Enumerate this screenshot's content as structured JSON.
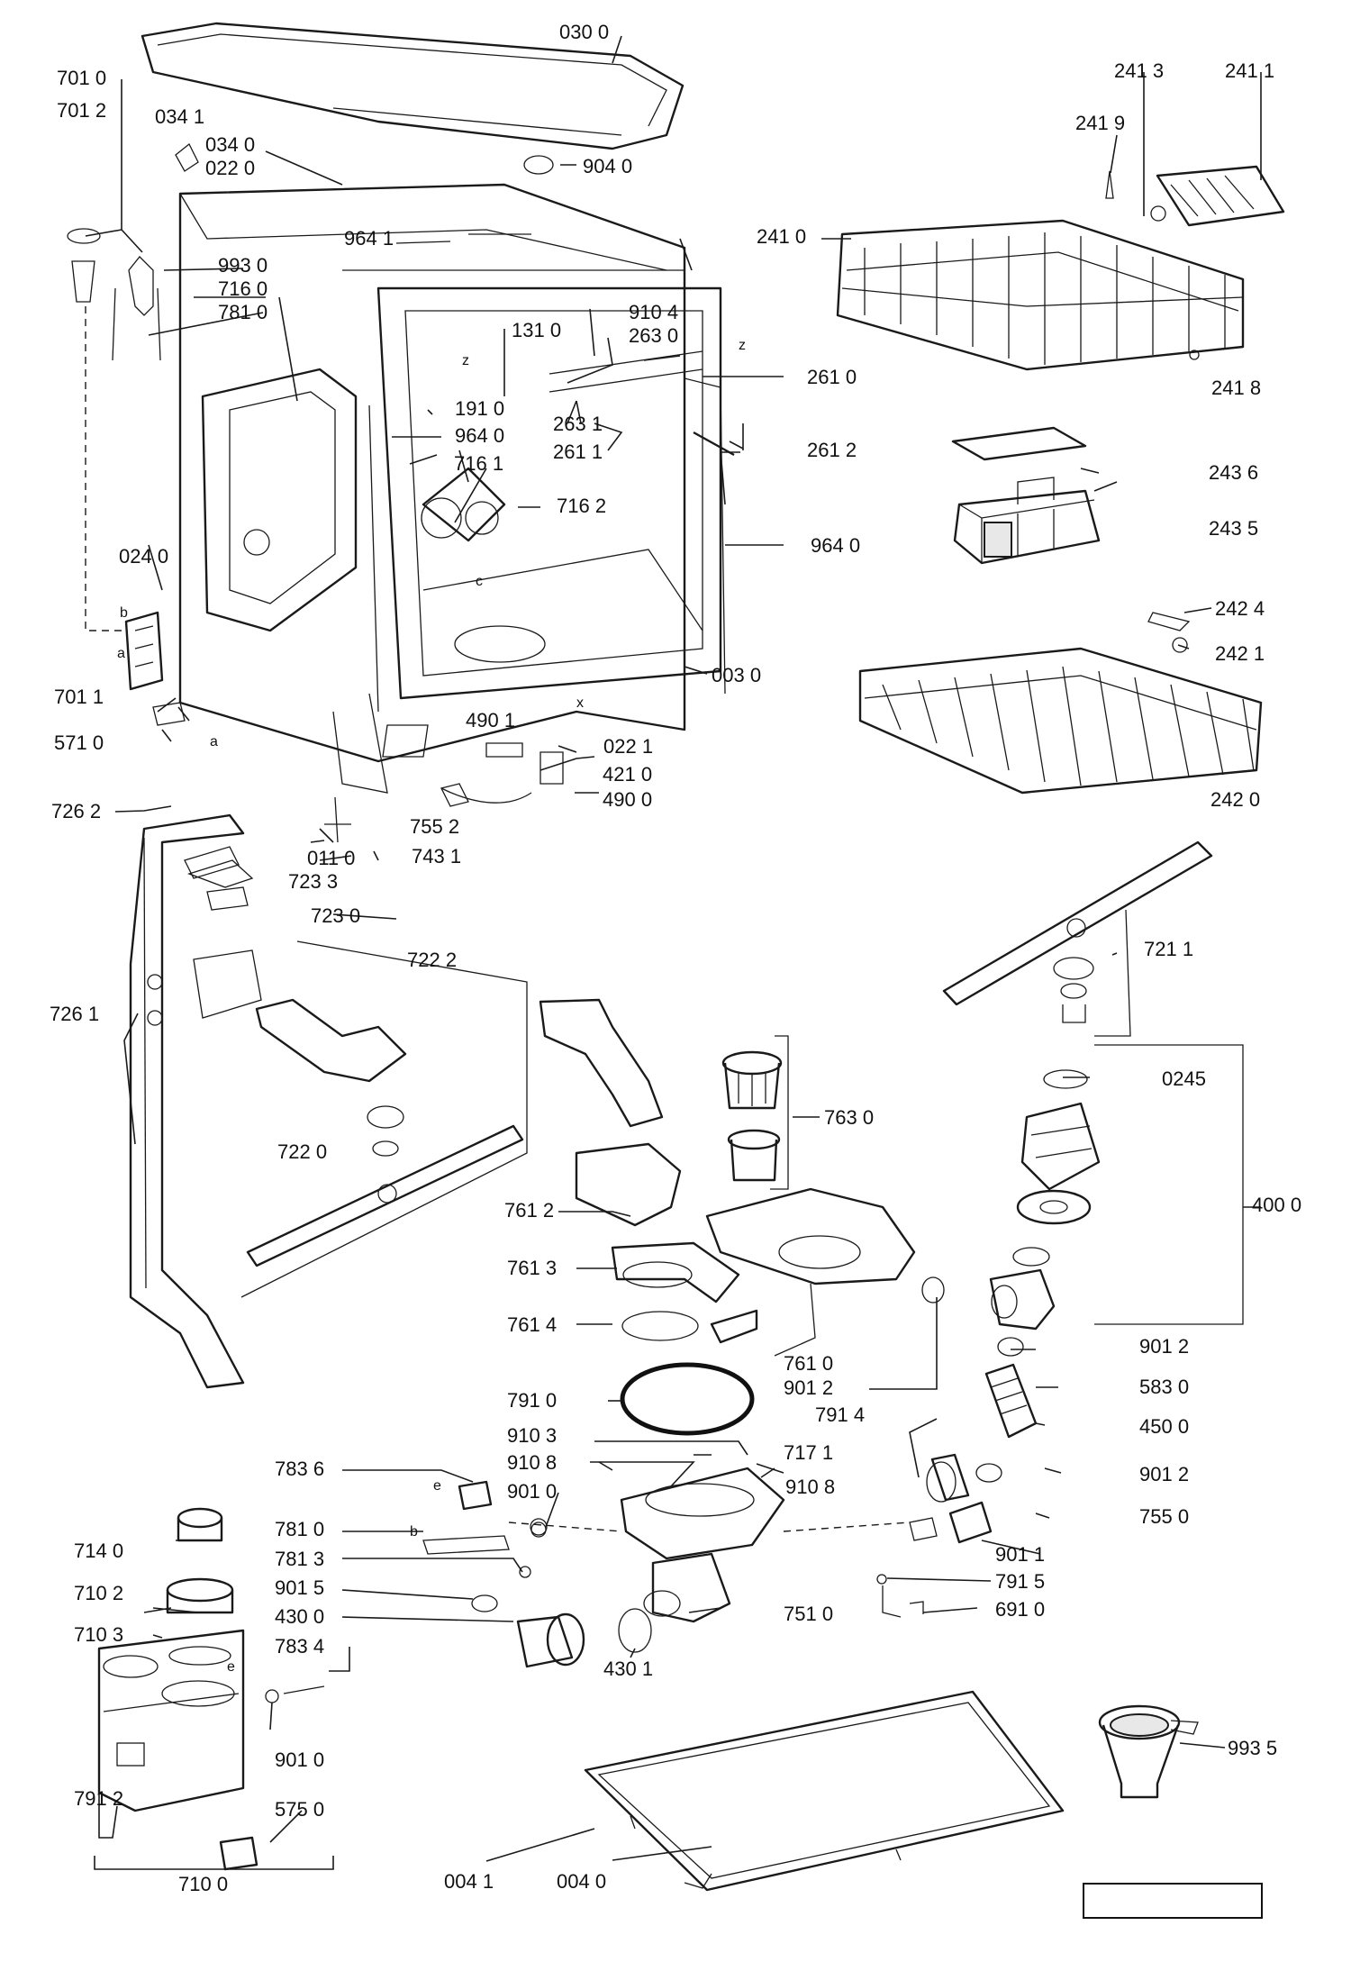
{
  "diagram": {
    "labels": [
      "030 0",
      "701 0",
      "701 2",
      "034 1",
      "034 0",
      "022 0",
      "904 0",
      "241 3",
      "241 1",
      "241 9",
      "993 0",
      "716 0",
      "781 0",
      "964 1",
      "241 0",
      "910 4",
      "131 0",
      "263 0",
      "261 0",
      "241 8",
      "191 0",
      "263 1",
      "261 1",
      "964 0",
      "261 2",
      "716 1",
      "716 2",
      "243 6",
      "243 5",
      "964 0",
      "024 0",
      "242 4",
      "701 1",
      "003 0",
      "242 1",
      "571 0",
      "490 1",
      "022 1",
      "421 0",
      "490 0",
      "242 0",
      "726 2",
      "755 2",
      "011 0",
      "743 1",
      "723 3",
      "723 0",
      "722 2",
      "721 1",
      "726 1",
      "0245",
      "763 0",
      "722 0",
      "400 0",
      "761 2",
      "761 3",
      "761 4",
      "761 0",
      "901 2",
      "901 2",
      "583 0",
      "791 0",
      "791 4",
      "450 0",
      "910 3",
      "717 1",
      "783 6",
      "910 8",
      "910 8",
      "901 2",
      "901 0",
      "755 0",
      "714 0",
      "781 0",
      "781 3",
      "901 1",
      "710 2",
      "901 5",
      "791 5",
      "430 0",
      "751 0",
      "691 0",
      "710 3",
      "783 4",
      "430 1",
      "993 5",
      "901 0",
      "791 2",
      "575 0",
      "004 1",
      "004 0",
      "710 0"
    ],
    "letters": [
      "z",
      "z",
      "c",
      "x",
      "b",
      "a",
      "a",
      "b",
      "e",
      "e"
    ]
  }
}
